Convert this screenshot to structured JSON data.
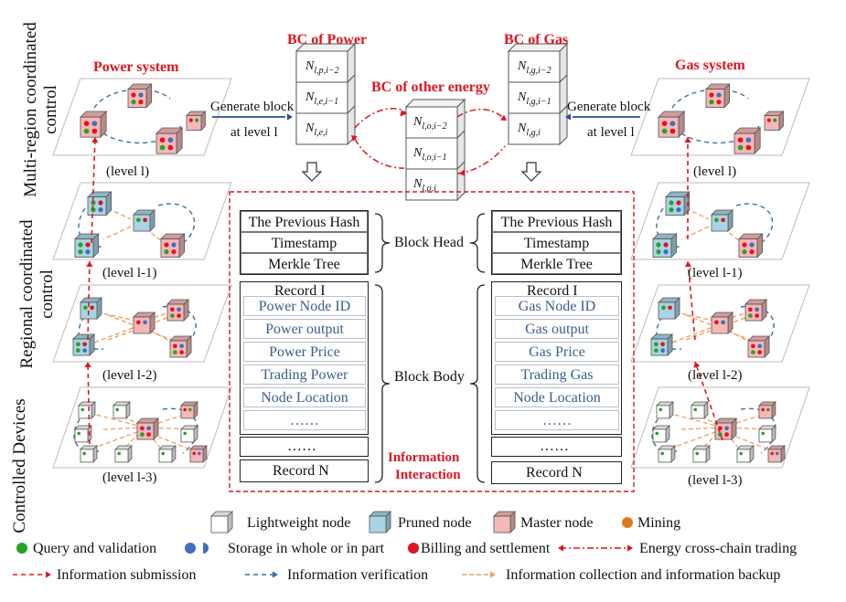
{
  "titles": {
    "bc_power": "BC of Power",
    "bc_gas": "BC of Gas",
    "bc_other": "BC of other energy",
    "power_system": "Power system",
    "gas_system": "Gas system",
    "info_interaction_1": "Information",
    "info_interaction_2": "Interaction"
  },
  "side_labels": {
    "multi_region_1": "Multi-region coordinated",
    "multi_region_2": "control",
    "regional_1": "Regional coordinated",
    "regional_2": "control",
    "controlled": "Controlled Devices"
  },
  "generate": {
    "left_1": "Generate block",
    "left_2": "at level l",
    "right_1": "Generate block",
    "right_2": "at level l"
  },
  "levels": {
    "l": "(level l)",
    "l1": "(level l-1)",
    "l2": "(level l-2)",
    "l3": "(level l-3)"
  },
  "stacks": {
    "power": [
      "N_{l,p,i−2}",
      "N_{l,e,i−1}",
      "N_{l,e,i}"
    ],
    "other": [
      "N_{l,o,i−2}",
      "N_{l,o,i−1}",
      "N_{l,o,i}"
    ],
    "gas": [
      "N_{l,g,i−2}",
      "N_{l,g,i−1}",
      "N_{l,g,i}"
    ]
  },
  "block_left": {
    "head": [
      "The Previous Hash",
      "Timestamp",
      "Merkle Tree"
    ],
    "record_title": "Record I",
    "fields": [
      "Power Node ID",
      "Power output",
      "Power Price",
      "Trading Power",
      "Node Location",
      "……"
    ],
    "ellipsis": "……",
    "record_n": "Record N"
  },
  "block_right": {
    "head": [
      "The Previous Hash",
      "Timestamp",
      "Merkle Tree"
    ],
    "record_title": "Record I",
    "fields": [
      "Gas Node ID",
      "Gas output",
      "Gas Price",
      "Trading Gas",
      "Node Location",
      "……"
    ],
    "ellipsis": "……",
    "record_n": "Record N"
  },
  "braces": {
    "block_head": "Block Head",
    "block_body": "Block Body"
  },
  "legend": {
    "lightweight": "Lightweight node",
    "pruned": "Pruned node",
    "master": "Master node",
    "mining": "Mining",
    "query": "Query and validation",
    "storage": "Storage in whole or in part",
    "billing": "Billing and settlement",
    "cross_chain": "Energy cross-chain trading",
    "submission": "Information submission",
    "verification": "Information verification",
    "collection": "Information collection and information backup"
  },
  "colors": {
    "red": "#e0151f",
    "blue_dash": "#3f6f9a",
    "orange_dash": "#f0a060",
    "master": "#f4b8b8",
    "pruned": "#a9d4e4",
    "lightweight": "#ffffff",
    "mining": "#e07a20",
    "query": "#2aa02a",
    "storage": "#3f6fbf",
    "billing": "#e0151f"
  }
}
